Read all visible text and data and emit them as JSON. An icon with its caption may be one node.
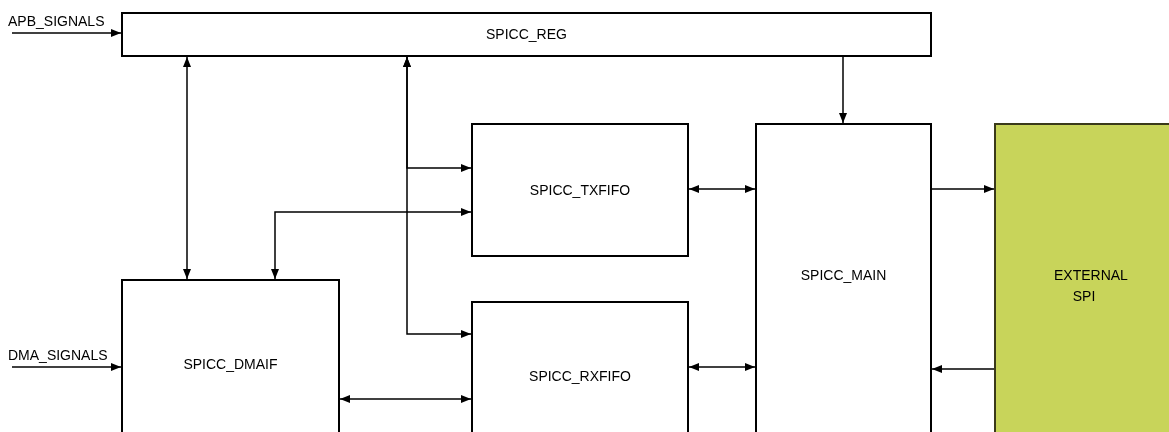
{
  "diagram": {
    "nodes": [
      {
        "text": [
          "APB_SIGNALS"
        ]
      },
      {
        "text": [
          "SPICC_REG"
        ]
      },
      {
        "text": [
          "SPICC_TXFIFO"
        ]
      },
      {
        "text": [
          "SPICC_MAIN"
        ]
      },
      {
        "text": [
          "EXTERNAL SPI"
        ]
      },
      {
        "text": [
          "DMA_SIGNALS"
        ]
      },
      {
        "text": [
          "SPICC_DMAIF"
        ]
      },
      {
        "text": [
          "SPICC_RXFIFO"
        ]
      }
    ],
    "edges": [
      {
        "from": 0,
        "to": 1,
        "arrow": "to"
      },
      {
        "from": 1,
        "to": 6,
        "arrow": "both"
      },
      {
        "from": 1,
        "to": 2,
        "arrow": "both"
      },
      {
        "from": 1,
        "to": 7,
        "arrow": "both"
      },
      {
        "from": 6,
        "to": 2,
        "arrow": "both"
      },
      {
        "from": 2,
        "to": 3,
        "arrow": "both"
      },
      {
        "from": 7,
        "to": 3,
        "arrow": "both"
      },
      {
        "from": 6,
        "to": 7,
        "arrow": "both"
      },
      {
        "from": 1,
        "to": 3,
        "arrow": "to"
      },
      {
        "from": 3,
        "to": 4,
        "arrow": "to"
      },
      {
        "from": 4,
        "to": 3,
        "arrow": "to"
      },
      {
        "from": 5,
        "to": 6,
        "arrow": "to"
      }
    ]
  }
}
